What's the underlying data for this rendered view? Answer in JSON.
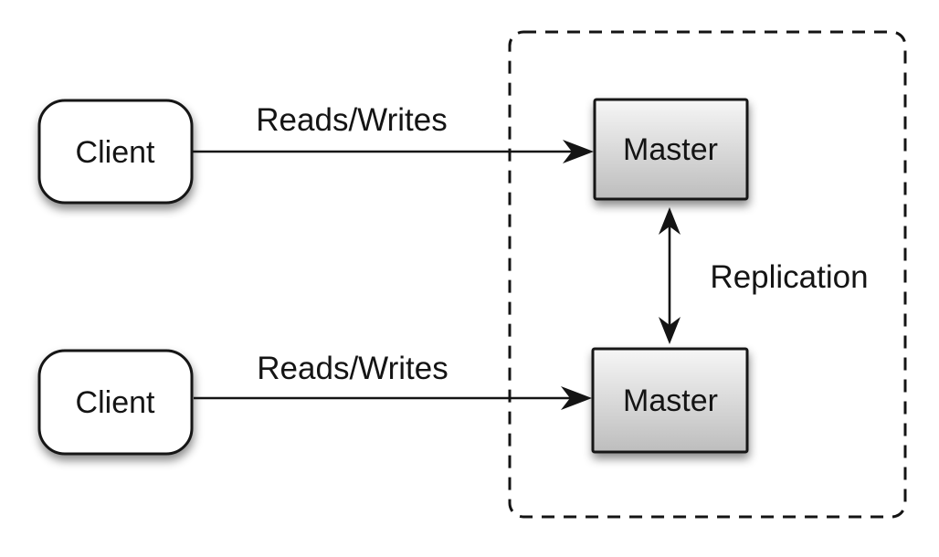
{
  "diagram": {
    "nodes": {
      "clients": [
        {
          "label": "Client"
        },
        {
          "label": "Client"
        }
      ],
      "masters": [
        {
          "label": "Master"
        },
        {
          "label": "Master"
        }
      ]
    },
    "edge_labels": {
      "reads_writes_top": "Reads/Writes",
      "reads_writes_bottom": "Reads/Writes",
      "replication": "Replication"
    },
    "colors": {
      "background": "#ffffff",
      "stroke": "#141414",
      "client_fill": "#ffffff",
      "master_fill_top": "#f6f6f6",
      "master_fill_bottom": "#bdbdbd"
    }
  }
}
